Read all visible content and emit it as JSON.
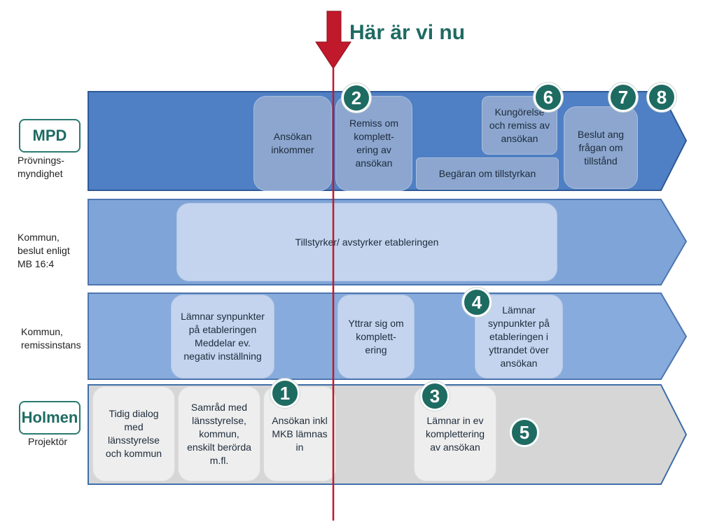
{
  "header": {
    "marker_text": "Här är vi nu"
  },
  "lanes": {
    "mpd": {
      "org": "MPD",
      "label": "Prövnings-\nmyndighet"
    },
    "kommun_beslut": {
      "label": "Kommun,\nbeslut enligt\nMB 16:4"
    },
    "kommun_remiss": {
      "label": "Kommun,\nremissinstans"
    },
    "holmen": {
      "org": "Holmen",
      "label": "Projektör"
    }
  },
  "boxes": {
    "ansokan_inkommer": "Ansökan\ninkommer",
    "remiss": "Remiss om\nkomplett-\nering av\nansökan",
    "kungorelse": "Kungörelse\noch remiss av\nansökan",
    "begaran": "Begäran om tillstyrkan",
    "beslut": "Beslut ang\nfrågan om\ntillstånd",
    "tillstyrker": "Tillstyrker/ avstyrker etableringen",
    "lamnar_synpunkter_1": "Lämnar synpunkter\npå etableringen\nMeddelar ev.\nnegativ inställning",
    "yttrar": "Yttrar sig om\nkomplett-\nering",
    "lamnar_synpunkter_2": "Lämnar\nsynpunkter på\netableringen i\nyttrandet över\nansökan",
    "tidig_dialog": "Tidig dialog\nmed\nlänsstyrelse\noch kommun",
    "samrad": "Samråd med\nlänsstyrelse,\nkommun,\nenskilt berörda\nm.fl.",
    "ansokan_mkb": "Ansökan inkl\nMKB lämnas\nin",
    "lamnar_in": "Lämnar in  ev\nkomplettering\nav ansökan"
  },
  "badges": [
    "1",
    "2",
    "3",
    "4",
    "5",
    "6",
    "7",
    "8"
  ],
  "colors": {
    "lane_dark": "#4f7fc4",
    "lane_mid": "#7fa4d8",
    "lane_mid2": "#87abdc",
    "lane_grey": "#d6d6d6",
    "badge": "#1e6b62",
    "marker": "#c0192b"
  }
}
